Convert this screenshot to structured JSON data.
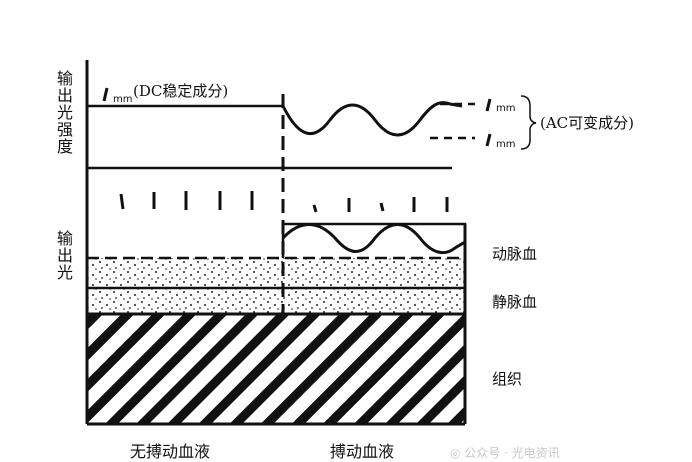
{
  "axis_top_label": "输出光强度",
  "axis_bottom_label": "输出光",
  "dc_unit": "mm",
  "dc_label": "(DC稳定成分)",
  "ac_unit_top": "mm",
  "ac_unit_bottom": "mm",
  "ac_label": "(AC可变成分)",
  "layers": {
    "artery": "动脉血",
    "vein": "静脉血",
    "tissue": "组织"
  },
  "bottom": {
    "no_pulse": "无搏动血液",
    "pulse": "搏动血液"
  },
  "watermark": "◎ 公众号 · 光电资讯"
}
